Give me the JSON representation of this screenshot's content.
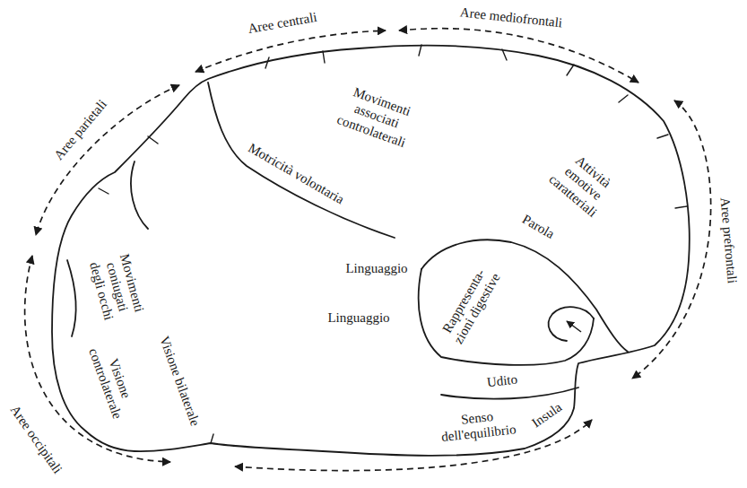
{
  "diagram": {
    "labels": [
      "Aree centrali",
      "Aree mediofrontali",
      "Aree parietali",
      "Aree prefrontali",
      "Movimenti associati controlaterali",
      "Motricità volontaria",
      "Attività emotive caratteriali",
      "Movimenti coniugati degli occhi",
      "Linguaggio",
      "Parola",
      "Rappresenta- zioni digestive",
      "Linguaggio",
      "Visione bilaterale",
      "Udito",
      "Senso dell'equilibrio",
      "Insula",
      "Visione controlaterale",
      "Aree occipitali"
    ]
  }
}
